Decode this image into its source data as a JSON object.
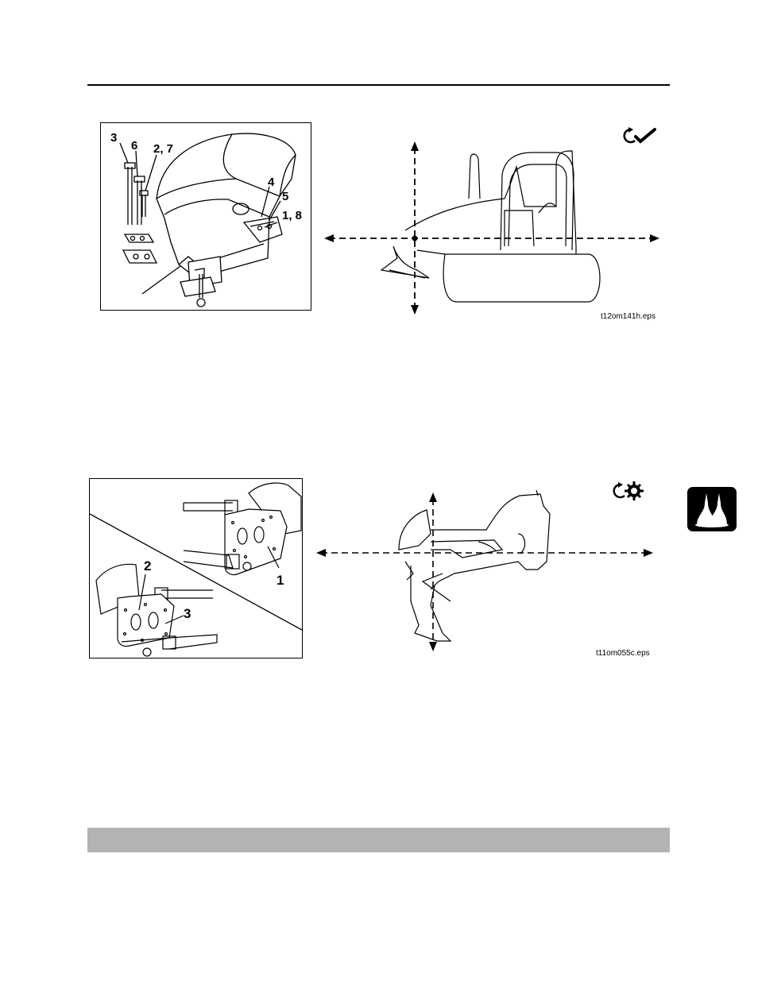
{
  "figure1": {
    "callouts": [
      "3",
      "6",
      "2, 7",
      "4",
      "5",
      "1, 8"
    ]
  },
  "figure2": {
    "icon": "rotate-check-icon",
    "caption": "t12om141h.eps"
  },
  "figure3": {
    "callouts": [
      "1",
      "2",
      "3"
    ]
  },
  "figure4": {
    "icon": "rotate-gear-icon",
    "caption": "t11om055c.eps"
  },
  "section_tab": {
    "icon": "fluid-drops-icon"
  },
  "colors": {
    "rule": "#000000",
    "bar": "#b3b3b3",
    "tab": "#000000"
  }
}
